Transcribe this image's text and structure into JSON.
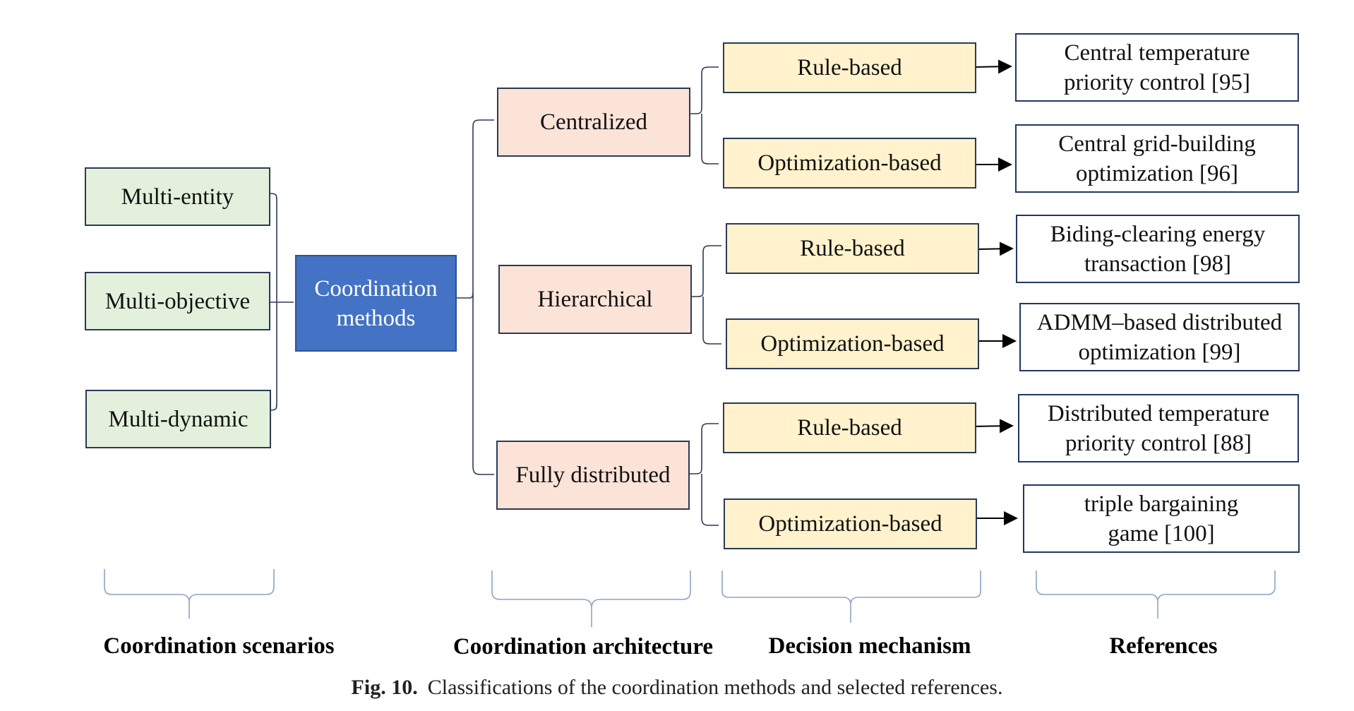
{
  "scenarios": [
    "Multi-entity",
    "Multi-objective",
    "Multi-dynamic"
  ],
  "center": "Coordination\nmethods",
  "architectures": [
    "Centralized",
    "Hierarchical",
    "Fully distributed"
  ],
  "decisions": [
    "Rule-based",
    "Optimization-based",
    "Rule-based",
    "Optimization-based",
    "Rule-based",
    "Optimization-based"
  ],
  "references": [
    "Central temperature\npriority control [95]",
    "Central grid-building\noptimization [96]",
    "Biding-clearing energy\ntransaction [98]",
    "ADMM–based distributed\noptimization [99]",
    "Distributed temperature\npriority control [88]",
    "triple bargaining\ngame [100]"
  ],
  "column_labels": [
    "Coordination scenarios",
    "Coordination architecture",
    "Decision mechanism",
    "References"
  ],
  "caption": {
    "prefix": "Fig. 10.",
    "text": "Classifications of the coordination methods and selected references."
  },
  "colors": {
    "scenario": "#e3f1dc",
    "center": "#4472c4",
    "architecture": "#fbe3d8",
    "decision": "#fff2cc",
    "reference": "#ffffff",
    "line": "#2b3a55",
    "brace": "#8aa4c8"
  }
}
